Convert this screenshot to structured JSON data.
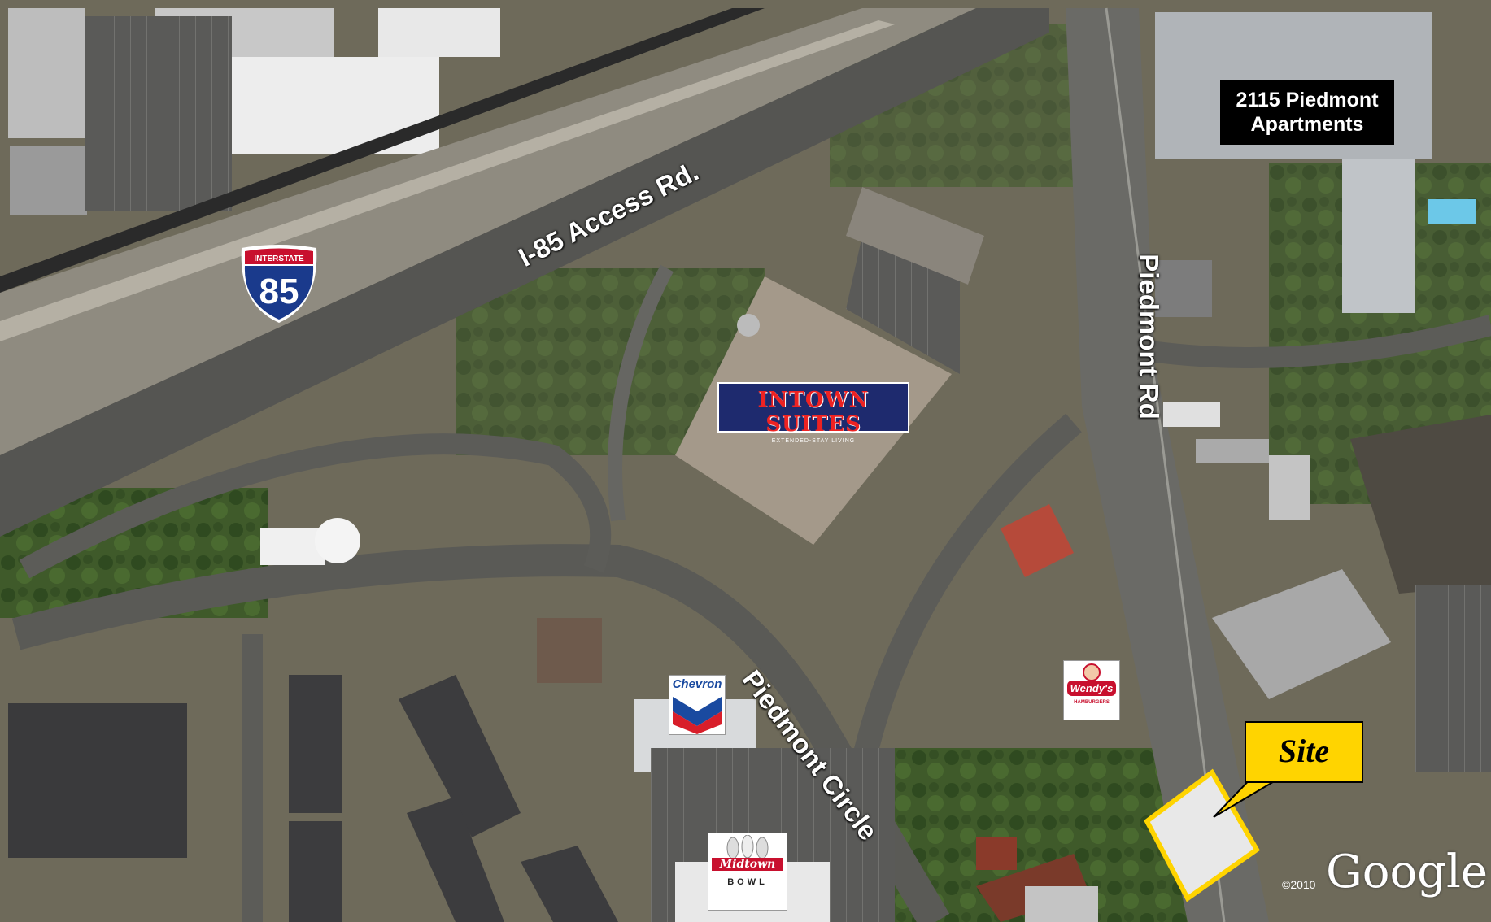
{
  "labels": {
    "access_road": "I-85 Access Rd.",
    "piedmont_rd": "Piedmont Rd",
    "piedmont_circle": "Piedmont Circle",
    "apartments_line1": "2115 Piedmont",
    "apartments_line2": "Apartments",
    "site": "Site"
  },
  "shield": {
    "top": "INTERSTATE",
    "number": "85"
  },
  "logos": {
    "intown_name": "INTOWN SUITES",
    "intown_tag": "EXTENDED-STAY LIVING",
    "chevron": "Chevron",
    "wendys": "Wendy's",
    "wendys_tag": "HAMBURGERS",
    "bowl_name": "Midtown",
    "bowl_word": "BOWL"
  },
  "watermark": {
    "brand": "Google",
    "copyright": "©2010"
  },
  "colors": {
    "site_outline": "#ffd400",
    "callout_fill": "#ffd400",
    "shield_blue": "#1a3a8c",
    "shield_red": "#c8102e"
  }
}
